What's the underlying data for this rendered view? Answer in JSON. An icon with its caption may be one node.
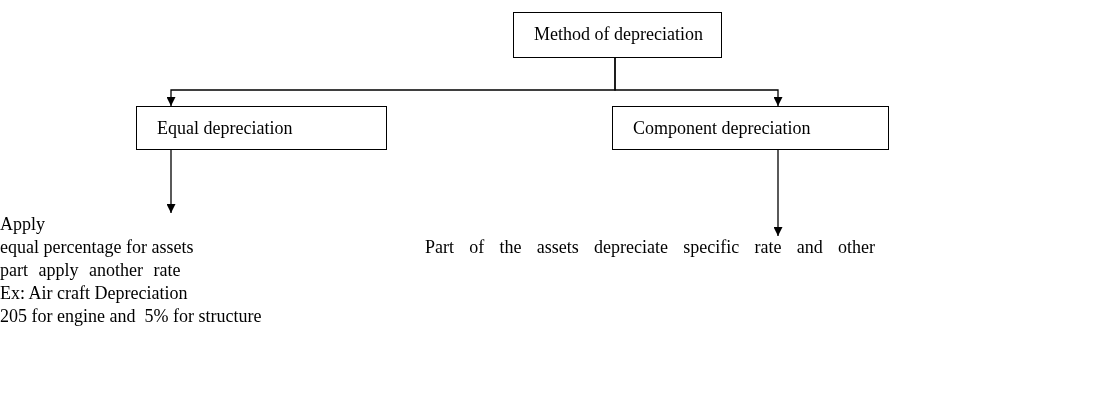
{
  "diagram": {
    "nodes": [
      {
        "text": [
          "Method of depreciation"
        ]
      },
      {
        "text": [
          "Equal depreciation"
        ]
      },
      {
        "text": [
          "Component depreciation"
        ]
      },
      {
        "text": [
          "Apply",
          "equal percentage for assets"
        ]
      },
      {
        "text": [
          "Part of the assets depreciate specific rate and other part apply another rate"
        ]
      }
    ],
    "edges": [
      {
        "from": 0,
        "to": 1,
        "arrow": "to"
      },
      {
        "from": 0,
        "to": 2,
        "arrow": "to"
      },
      {
        "from": 1,
        "to": 3,
        "arrow": "to"
      },
      {
        "from": 2,
        "to": 4,
        "arrow": "to"
      }
    ],
    "labels": [
      "Ex: Air craft Depreciation",
      "205 for engine and  5% for structure"
    ]
  }
}
